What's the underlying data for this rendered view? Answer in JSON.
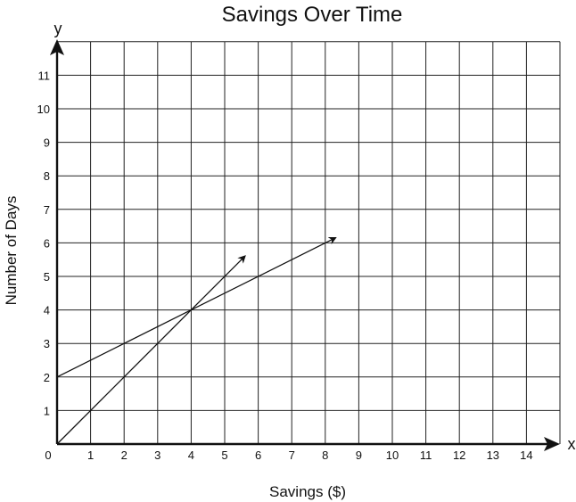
{
  "chart_data": {
    "type": "line",
    "title": "Savings Over Time",
    "xlabel": "Savings ($)",
    "ylabel": "Number of Days",
    "x_axis_letter": "x",
    "y_axis_letter": "y",
    "origin_label": "0",
    "xlim": [
      0,
      15
    ],
    "ylim": [
      0,
      12
    ],
    "x_ticks": [
      1,
      2,
      3,
      4,
      5,
      6,
      7,
      8,
      9,
      10,
      11,
      12,
      13,
      14
    ],
    "y_ticks": [
      1,
      2,
      3,
      4,
      5,
      6,
      7,
      8,
      9,
      10,
      11
    ],
    "grid": true,
    "series": [
      {
        "points": [
          [
            0,
            0
          ],
          [
            4,
            4
          ],
          [
            5.6,
            5.6
          ]
        ],
        "arrow_end": true
      },
      {
        "points": [
          [
            0,
            2
          ],
          [
            4,
            4
          ],
          [
            8.3,
            6.15
          ]
        ],
        "arrow_end": true
      }
    ]
  }
}
